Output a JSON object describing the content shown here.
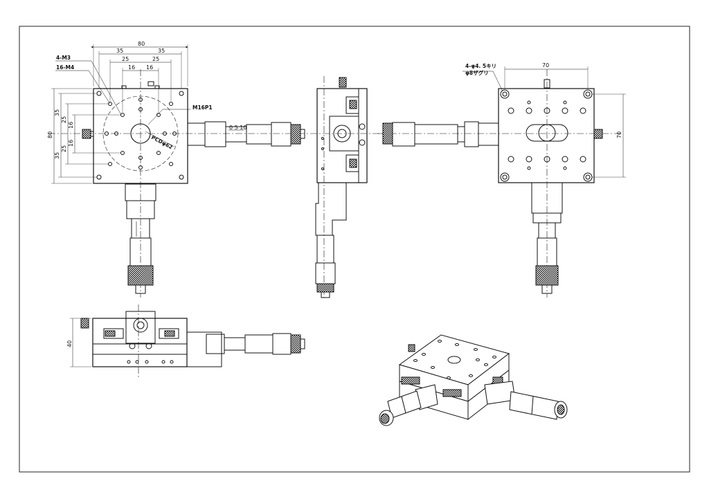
{
  "drawing": {
    "top_view": {
      "overall_width": "80",
      "half_35_left": "35",
      "half_35_right": "35",
      "dim_25_left": "25",
      "dim_25_right": "25",
      "dim_16_left": "16",
      "dim_16_right": "16",
      "vert_80": "80",
      "vert_35_top": "35",
      "vert_35_bottom": "35",
      "vert_25_top": "25",
      "vert_25_bottom": "25",
      "vert_16_top": "16",
      "vert_16_bottom": "16",
      "callout_m3": "4-M3",
      "callout_m4": "16-M4",
      "callout_center": "M16P1",
      "callout_pcd": "PCDφ62"
    },
    "side_view": {
      "height": "40"
    },
    "bottom_view": {
      "width_70": "70",
      "height_70": "70",
      "callout_hole": "4-φ4. 5キリ",
      "callout_counterbore": "φ8ザグリ"
    },
    "micrometer_ticks": "0 5 10"
  },
  "colors": {
    "line": "#111111",
    "paper": "#ffffff",
    "hatch": "#222222"
  }
}
